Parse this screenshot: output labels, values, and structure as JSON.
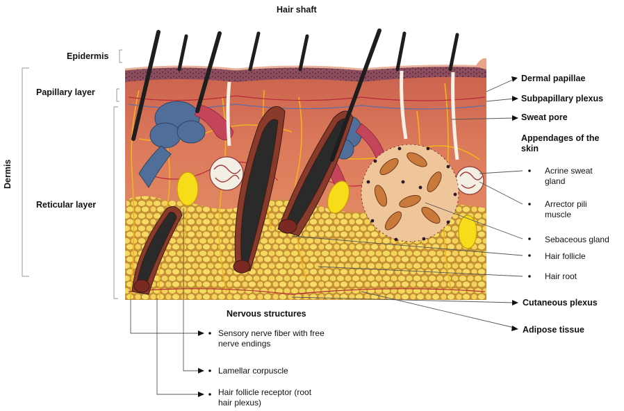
{
  "labels": {
    "hair_shaft": "Hair shaft",
    "epidermis": "Epidermis",
    "papillary_layer": "Papillary  layer",
    "dermis": "Dermis",
    "reticular_layer": "Reticular layer",
    "nervous_structures": "Nervous structures",
    "dermal_papillae": "Dermal papillae",
    "subpapillary_plexus": "Subpapillary plexus",
    "sweat_pore": "Sweat pore",
    "appendages": "Appendages of the skin",
    "acrine_sweat_gland": "Acrine sweat gland",
    "arrector_pili_muscle": "Arrector pili muscle",
    "sebaceous_gland": "Sebaceous gland",
    "hair_follicle": "Hair follicle",
    "hair_root": "Hair root",
    "cutaneous_plexus": "Cutaneous plexus",
    "adipose_tissue": "Adipose tissue",
    "sensory_nerve_fiber": "Sensory nerve fiber with free nerve endings",
    "lamellar_corpuscle": "Lamellar corpuscle",
    "hair_follicle_receptor": "Hair follicle receptor (root hair plexus)"
  },
  "colors": {
    "epidermis": "#8a4a5a",
    "dermis": "#d9725a",
    "reticular": "#e38c64",
    "fat": "#f2d35a",
    "hair": "#1e1e1e",
    "gland_blue": "#4f6f9a",
    "nerve": "#f0b41c"
  }
}
